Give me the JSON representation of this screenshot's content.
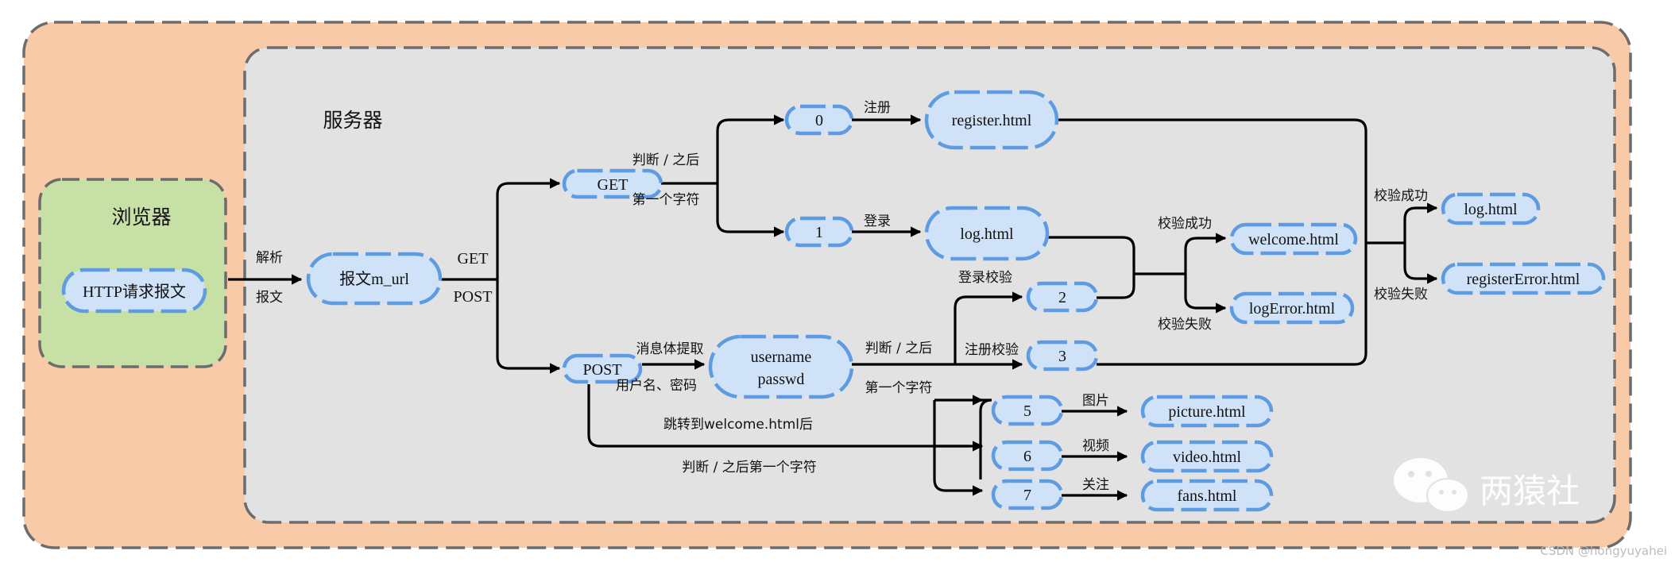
{
  "colors": {
    "outer_bg": "#f8caa8",
    "server_bg": "#e2e2e2",
    "browser_bg": "#c7e0a5",
    "pill_fill": "#cfe2f8",
    "pill_stroke": "#5f9be0",
    "frame_stroke": "#6c6c6c"
  },
  "browser": {
    "title": "浏览器",
    "node": "HTTP请求报文"
  },
  "server": {
    "title": "服务器"
  },
  "nodes": {
    "msg": "报文m_url",
    "get": "GET",
    "post": "POST",
    "n0": "0",
    "n1": "1",
    "n2": "2",
    "n3": "3",
    "n5": "5",
    "n6": "6",
    "n7": "7",
    "register": "register.html",
    "log": "log.html",
    "welcome": "welcome.html",
    "logerror": "logError.html",
    "log_result": "log.html",
    "register_error": "registerError.html",
    "userpass_1": "username",
    "userpass_2": "passwd",
    "picture": "picture.html",
    "video": "video.html",
    "fans": "fans.html"
  },
  "labels": {
    "parse": "解析",
    "msg": "报文",
    "get": "GET",
    "post": "POST",
    "judge_after": "判断 / 之后",
    "first_char": "第一个字符",
    "register": "注册",
    "login": "登录",
    "login_check": "登录校验",
    "check_ok": "校验成功",
    "check_fail": "校验失败",
    "register_check": "注册校验",
    "check_ok_2": "校验成功",
    "check_fail_2": "校验失败",
    "extract_body": "消息体提取",
    "user_pass": "用户名、密码",
    "judge_after_2": "判断 / 之后",
    "first_char_2": "第一个字符",
    "jump_welcome": "跳转到welcome.html后",
    "judge_first_char": "判断 / 之后第一个字符",
    "image": "图片",
    "video": "视频",
    "follow": "关注"
  },
  "watermark": {
    "logo_text": "两猿社",
    "credit": "CSDN @hongyuyahei"
  }
}
